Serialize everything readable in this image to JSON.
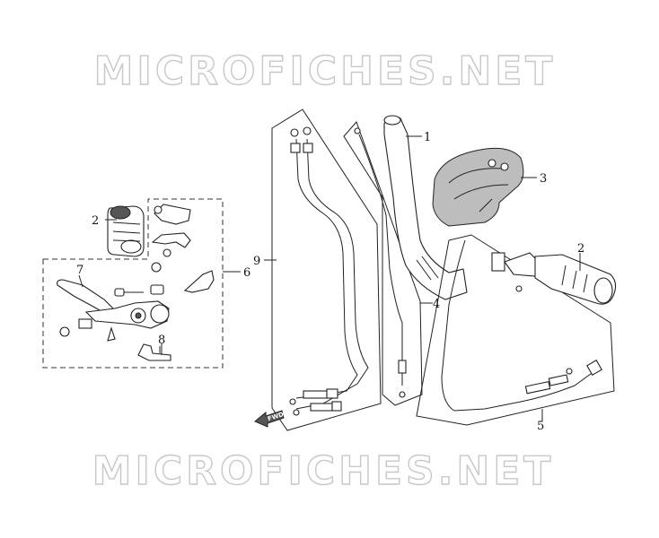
{
  "watermark": {
    "top_text": "MICROFICHES.NET",
    "bottom_text": "MICROFICHES.NET"
  },
  "direction_marker": "FWD",
  "callouts": {
    "c1": "1",
    "c2_left": "2",
    "c2_right": "2",
    "c3": "3",
    "c4": "4",
    "c5": "5",
    "c6": "6",
    "c7": "7",
    "c8": "8",
    "c9": "9"
  }
}
